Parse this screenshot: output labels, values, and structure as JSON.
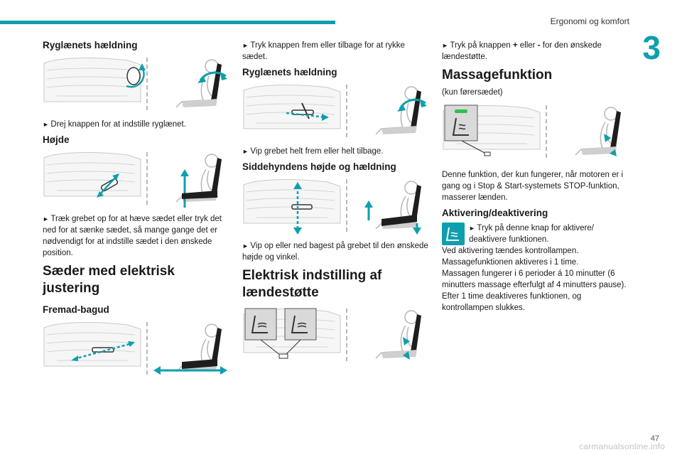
{
  "header": {
    "title": "Ergonomi og komfort",
    "chapter": "3",
    "page_number": "47",
    "watermark": "carmanualsonline.info"
  },
  "col1": {
    "s1_title": "Ryglænets hældning",
    "s1_text": "Drej knappen for at indstille ryglænet.",
    "s2_title": "Højde",
    "s2_text": "Træk grebet op for at hæve sædet eller tryk det ned for at sænke sædet, så mange gange det er nødvendigt for at indstille sædet i den ønskede position.",
    "s3_title": "Sæder med elektrisk justering",
    "s4_title": "Fremad-bagud"
  },
  "col2": {
    "s1_text": "Tryk knappen frem eller tilbage for at rykke sædet.",
    "s2_title": "Ryglænets hældning",
    "s2_text": "Vip grebet helt frem eller helt tilbage.",
    "s3_title": "Siddehyndens højde og hældning",
    "s3_text": "Vip op eller ned bagest på grebet til den ønskede højde og vinkel.",
    "s4_title": "Elektrisk indstilling af lændestøtte"
  },
  "col3": {
    "s1_text_a": "Tryk på knappen",
    "s1_plus": "+",
    "s1_text_b": "eller",
    "s1_minus": "-",
    "s1_text_c": "for den ønskede lændestøtte.",
    "s2_title": "Massagefunktion",
    "s2_sub": "(kun førersædet)",
    "s2_text": "Denne funktion, der kun fungerer, når motoren er i gang og i Stop & Start-systemets STOP-funktion, masserer lænden.",
    "s3_title": "Aktivering/deaktivering",
    "s3_text1": "Tryk på denne knap for aktivere/ deaktivere funktionen.",
    "s3_text2": "Ved aktivering tændes kontrollampen.",
    "s3_text3": "Massagefunktionen aktiveres i 1 time.",
    "s3_text4": "Massagen fungerer i 6 perioder á 10 minutter (6 minutters massage efterfulgt af 4 minutters pause).",
    "s3_text5": "Efter 1 time deaktiveres funktionen, og kontrollampen slukkes."
  },
  "colors": {
    "accent": "#0e9fae"
  },
  "icons": {
    "seat_diagram": "seat-illustration",
    "massage_button": "seat-massage-icon",
    "lumbar_buttons": "lumbar-support-icon"
  }
}
